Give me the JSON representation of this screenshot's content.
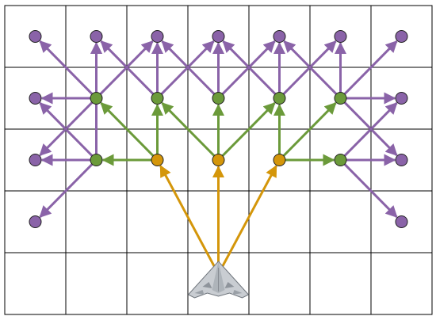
{
  "grid": {
    "cols": 7,
    "rows": 5
  },
  "colors": {
    "gridLine": "#000000",
    "background": "#ffffff",
    "level1": "#d4960a",
    "level2": "#6b9a3a",
    "level3": "#8a63a8",
    "nodeStroke": "#222222",
    "aircraftBody": "#c9cdd2",
    "aircraftShade": "#8e949b"
  },
  "origin": {
    "col": 3,
    "row": 4,
    "icon": "flying-wing-aircraft-icon"
  },
  "nodes": [
    {
      "id": "L1a",
      "col": 2,
      "row": 2,
      "level": 1
    },
    {
      "id": "L1b",
      "col": 3,
      "row": 2,
      "level": 1
    },
    {
      "id": "L1c",
      "col": 4,
      "row": 2,
      "level": 1
    },
    {
      "id": "L2a",
      "col": 1,
      "row": 2,
      "level": 2
    },
    {
      "id": "L2b",
      "col": 1,
      "row": 1,
      "level": 2
    },
    {
      "id": "L2c",
      "col": 2,
      "row": 1,
      "level": 2
    },
    {
      "id": "L2d",
      "col": 3,
      "row": 1,
      "level": 2
    },
    {
      "id": "L2e",
      "col": 4,
      "row": 1,
      "level": 2
    },
    {
      "id": "L2f",
      "col": 5,
      "row": 1,
      "level": 2
    },
    {
      "id": "L2g",
      "col": 5,
      "row": 2,
      "level": 2
    },
    {
      "id": "T00",
      "col": 0,
      "row": 0,
      "level": 3
    },
    {
      "id": "T10",
      "col": 1,
      "row": 0,
      "level": 3
    },
    {
      "id": "T20",
      "col": 2,
      "row": 0,
      "level": 3
    },
    {
      "id": "T30",
      "col": 3,
      "row": 0,
      "level": 3
    },
    {
      "id": "T40",
      "col": 4,
      "row": 0,
      "level": 3
    },
    {
      "id": "T50",
      "col": 5,
      "row": 0,
      "level": 3
    },
    {
      "id": "T60",
      "col": 6,
      "row": 0,
      "level": 3
    },
    {
      "id": "T01",
      "col": 0,
      "row": 1,
      "level": 3
    },
    {
      "id": "T61",
      "col": 6,
      "row": 1,
      "level": 3
    },
    {
      "id": "T02",
      "col": 0,
      "row": 2,
      "level": 3
    },
    {
      "id": "T62",
      "col": 6,
      "row": 2,
      "level": 3
    },
    {
      "id": "T03",
      "col": 0,
      "row": 3,
      "level": 3
    },
    {
      "id": "T63",
      "col": 6,
      "row": 3,
      "level": 3
    }
  ],
  "edges": [
    {
      "from": [
        3,
        4
      ],
      "to": [
        2,
        2
      ],
      "level": 1
    },
    {
      "from": [
        3,
        4
      ],
      "to": [
        3,
        2
      ],
      "level": 1
    },
    {
      "from": [
        3,
        4
      ],
      "to": [
        4,
        2
      ],
      "level": 1
    },
    {
      "from": [
        2,
        2
      ],
      "to": [
        1,
        2
      ],
      "level": 2
    },
    {
      "from": [
        2,
        2
      ],
      "to": [
        1,
        1
      ],
      "level": 2
    },
    {
      "from": [
        2,
        2
      ],
      "to": [
        2,
        1
      ],
      "level": 2
    },
    {
      "from": [
        3,
        2
      ],
      "to": [
        2,
        1
      ],
      "level": 2
    },
    {
      "from": [
        3,
        2
      ],
      "to": [
        3,
        1
      ],
      "level": 2
    },
    {
      "from": [
        3,
        2
      ],
      "to": [
        4,
        1
      ],
      "level": 2
    },
    {
      "from": [
        4,
        2
      ],
      "to": [
        4,
        1
      ],
      "level": 2
    },
    {
      "from": [
        4,
        2
      ],
      "to": [
        5,
        1
      ],
      "level": 2
    },
    {
      "from": [
        4,
        2
      ],
      "to": [
        5,
        2
      ],
      "level": 2
    },
    {
      "from": [
        1,
        2
      ],
      "to": [
        0,
        2
      ],
      "level": 3
    },
    {
      "from": [
        1,
        2
      ],
      "to": [
        0,
        1
      ],
      "level": 3
    },
    {
      "from": [
        1,
        2
      ],
      "to": [
        0,
        3
      ],
      "level": 3
    },
    {
      "from": [
        1,
        2
      ],
      "to": [
        1,
        0
      ],
      "level": 3
    },
    {
      "from": [
        1,
        1
      ],
      "to": [
        0,
        1
      ],
      "level": 3
    },
    {
      "from": [
        1,
        1
      ],
      "to": [
        0,
        0
      ],
      "level": 3
    },
    {
      "from": [
        1,
        1
      ],
      "to": [
        1,
        0
      ],
      "level": 3
    },
    {
      "from": [
        1,
        1
      ],
      "to": [
        2,
        0
      ],
      "level": 3
    },
    {
      "from": [
        1,
        1
      ],
      "to": [
        0,
        2
      ],
      "level": 3
    },
    {
      "from": [
        2,
        1
      ],
      "to": [
        1,
        0
      ],
      "level": 3
    },
    {
      "from": [
        2,
        1
      ],
      "to": [
        2,
        0
      ],
      "level": 3
    },
    {
      "from": [
        2,
        1
      ],
      "to": [
        3,
        0
      ],
      "level": 3
    },
    {
      "from": [
        3,
        1
      ],
      "to": [
        2,
        0
      ],
      "level": 3
    },
    {
      "from": [
        3,
        1
      ],
      "to": [
        3,
        0
      ],
      "level": 3
    },
    {
      "from": [
        3,
        1
      ],
      "to": [
        4,
        0
      ],
      "level": 3
    },
    {
      "from": [
        4,
        1
      ],
      "to": [
        3,
        0
      ],
      "level": 3
    },
    {
      "from": [
        4,
        1
      ],
      "to": [
        4,
        0
      ],
      "level": 3
    },
    {
      "from": [
        4,
        1
      ],
      "to": [
        5,
        0
      ],
      "level": 3
    },
    {
      "from": [
        5,
        1
      ],
      "to": [
        4,
        0
      ],
      "level": 3
    },
    {
      "from": [
        5,
        1
      ],
      "to": [
        5,
        0
      ],
      "level": 3
    },
    {
      "from": [
        5,
        1
      ],
      "to": [
        6,
        0
      ],
      "level": 3
    },
    {
      "from": [
        5,
        1
      ],
      "to": [
        6,
        1
      ],
      "level": 3
    },
    {
      "from": [
        5,
        1
      ],
      "to": [
        6,
        2
      ],
      "level": 3
    },
    {
      "from": [
        5,
        2
      ],
      "to": [
        6,
        2
      ],
      "level": 3
    },
    {
      "from": [
        5,
        2
      ],
      "to": [
        6,
        1
      ],
      "level": 3
    },
    {
      "from": [
        5,
        2
      ],
      "to": [
        6,
        3
      ],
      "level": 3
    }
  ]
}
